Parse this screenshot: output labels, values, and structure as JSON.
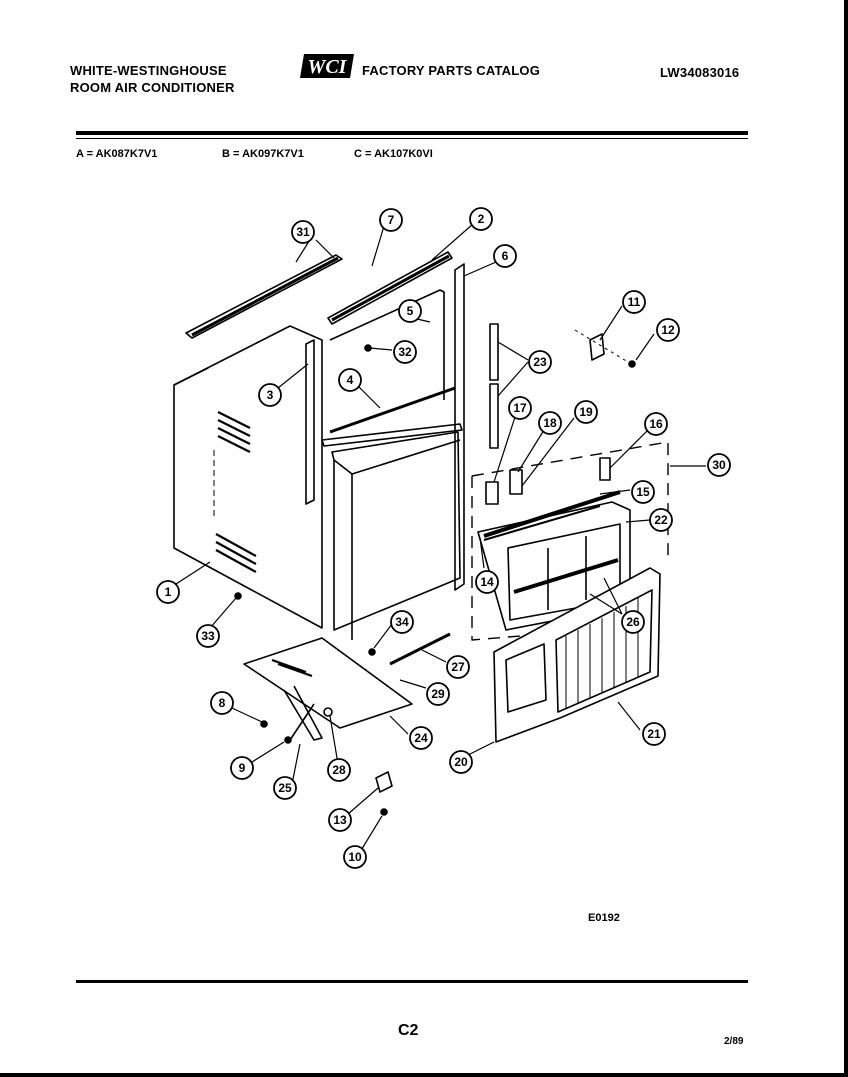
{
  "header": {
    "brand_line1": "WHITE-WESTINGHOUSE",
    "brand_line2": "ROOM AIR CONDITIONER",
    "logo_text": "WCI",
    "catalog_title": "FACTORY PARTS CATALOG",
    "catalog_number": "LW34083016"
  },
  "models": {
    "a": "A = AK087K7V1",
    "b": "B = AK097K7V1",
    "c": "C = AK107K0VI"
  },
  "callouts": [
    "31",
    "7",
    "2",
    "6",
    "5",
    "32",
    "3",
    "4",
    "23",
    "11",
    "12",
    "17",
    "18",
    "19",
    "16",
    "30",
    "15",
    "22",
    "14",
    "26",
    "1",
    "33",
    "34",
    "27",
    "29",
    "8",
    "24",
    "21",
    "20",
    "9",
    "25",
    "28",
    "13",
    "10"
  ],
  "figure_code": "E0192",
  "page_label": "C2",
  "date_code": "2/89"
}
